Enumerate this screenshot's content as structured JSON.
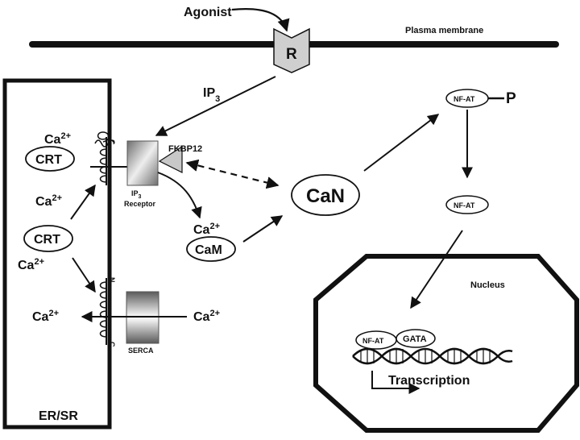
{
  "labels": {
    "agonist": "Agonist",
    "receptor": "R",
    "plasma_membrane": "Plasma membrane",
    "ip3": "IP",
    "ip3_sub": "3",
    "er_sr": "ER/SR",
    "ca_base": "Ca",
    "ca_sup": "2+",
    "crt": "CRT",
    "fkbp12": "FKBP12",
    "ip3_receptor_line1": "IP",
    "ip3_receptor_sub": "3",
    "ip3_receptor_line2": "Receptor",
    "cam": "CaM",
    "can": "CaN",
    "serca": "SERCA",
    "nfat": "NF-AT",
    "phosphate": "P",
    "nucleus": "Nucleus",
    "gata": "GATA",
    "transcription": "Transcription",
    "c_terminus": "C",
    "n_terminus": "N"
  },
  "colors": {
    "line": "#111111",
    "receptor_fill": "#cfcfcf",
    "box_dark": "#7a7a7a",
    "box_light": "#e6e6e6",
    "fkbp_fill": "#c8c8c8"
  }
}
